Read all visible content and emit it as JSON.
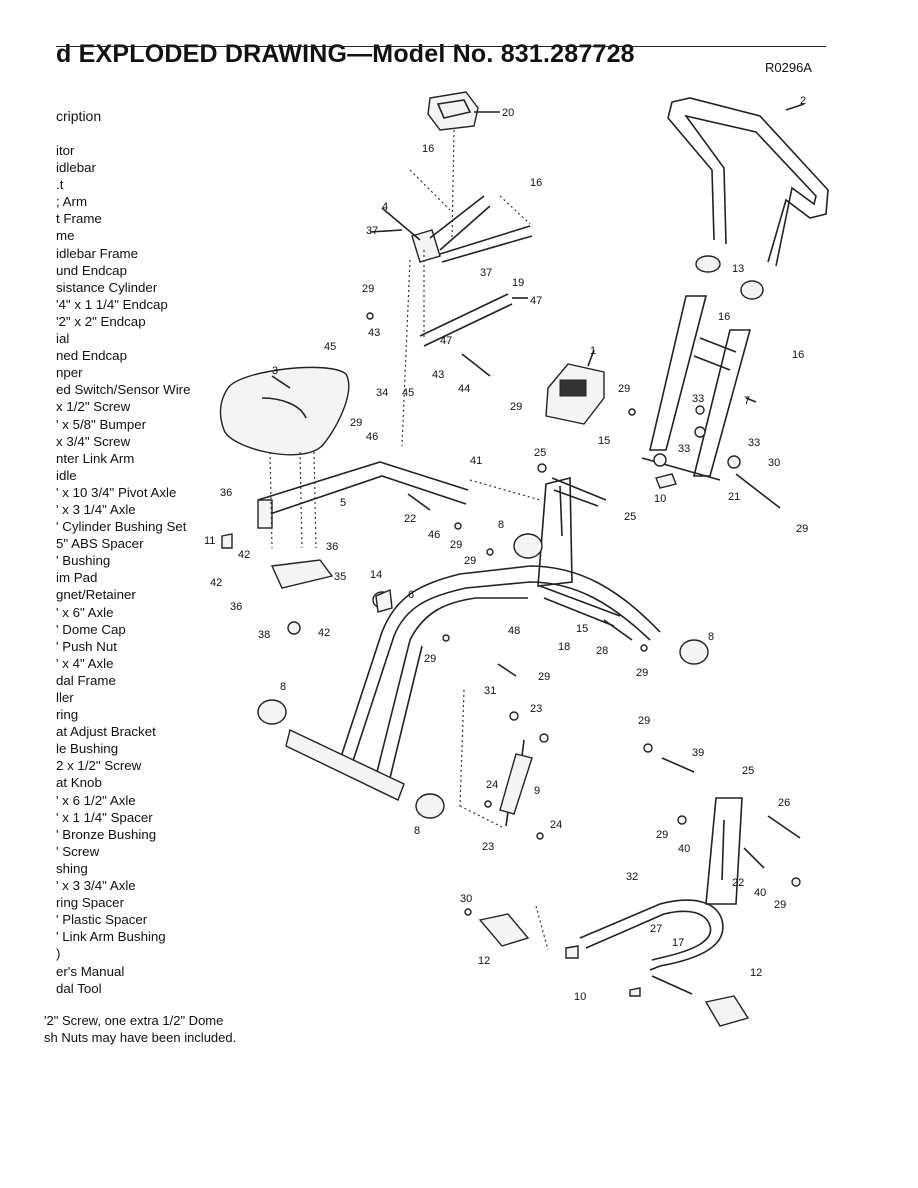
{
  "header": {
    "title": "d EXPLODED DRAWING—Model No. 831.287728",
    "drawing_code": "R0296A"
  },
  "parts_list": {
    "heading": "cription",
    "items": [
      "itor",
      "idlebar",
      ".t",
      "; Arm",
      "t Frame",
      "me",
      "idlebar Frame",
      "und Endcap",
      "sistance Cylinder",
      "'4\" x 1 1/4\" Endcap",
      "'2\" x 2\" Endcap",
      "ial",
      "ned Endcap",
      "nper",
      "ed Switch/Sensor Wire",
      "x 1/2\" Screw",
      "' x 5/8\" Bumper",
      "x 3/4\" Screw",
      "nter Link Arm",
      "idle",
      "' x 10 3/4\" Pivot Axle",
      "' x 3 1/4\" Axle",
      "' Cylinder Bushing Set",
      "5\" ABS Spacer",
      "' Bushing",
      "im Pad",
      "gnet/Retainer",
      "' x 6\" Axle",
      "' Dome Cap",
      "' Push Nut",
      "' x 4\" Axle",
      "dal Frame",
      "ller",
      "ring",
      "at Adjust Bracket",
      "le Bushing",
      "2 x 1/2\" Screw",
      "at Knob",
      "' x 6 1/2\" Axle",
      "' x 1 1/4\" Spacer",
      "' Bronze Bushing",
      "' Screw",
      "shing",
      "' x 3 3/4\" Axle",
      "ring Spacer",
      "' Plastic Spacer",
      "' Link Arm Bushing",
      ")",
      "er's Manual",
      "dal Tool"
    ]
  },
  "footnote": {
    "line1": "'2\" Screw, one extra 1/2\" Dome",
    "line2": "sh Nuts may have been included."
  },
  "callouts": [
    "20",
    "2",
    "16",
    "16",
    "4",
    "37",
    "37",
    "13",
    "19",
    "29",
    "47",
    "16",
    "43",
    "47",
    "16",
    "45",
    "1",
    "3",
    "34",
    "45",
    "43",
    "44",
    "29",
    "29",
    "29",
    "46",
    "7",
    "33",
    "33",
    "33",
    "25",
    "15",
    "41",
    "30",
    "10",
    "21",
    "36",
    "5",
    "29",
    "25",
    "22",
    "46",
    "29",
    "8",
    "11",
    "36",
    "42",
    "29",
    "42",
    "35",
    "14",
    "6",
    "36",
    "38",
    "42",
    "48",
    "15",
    "18",
    "28",
    "8",
    "29",
    "29",
    "31",
    "29",
    "8",
    "23",
    "8",
    "29",
    "39",
    "24",
    "9",
    "25",
    "24",
    "26",
    "23",
    "29",
    "40",
    "32",
    "22",
    "40",
    "29",
    "30",
    "27",
    "17",
    "12",
    "10",
    "12"
  ]
}
